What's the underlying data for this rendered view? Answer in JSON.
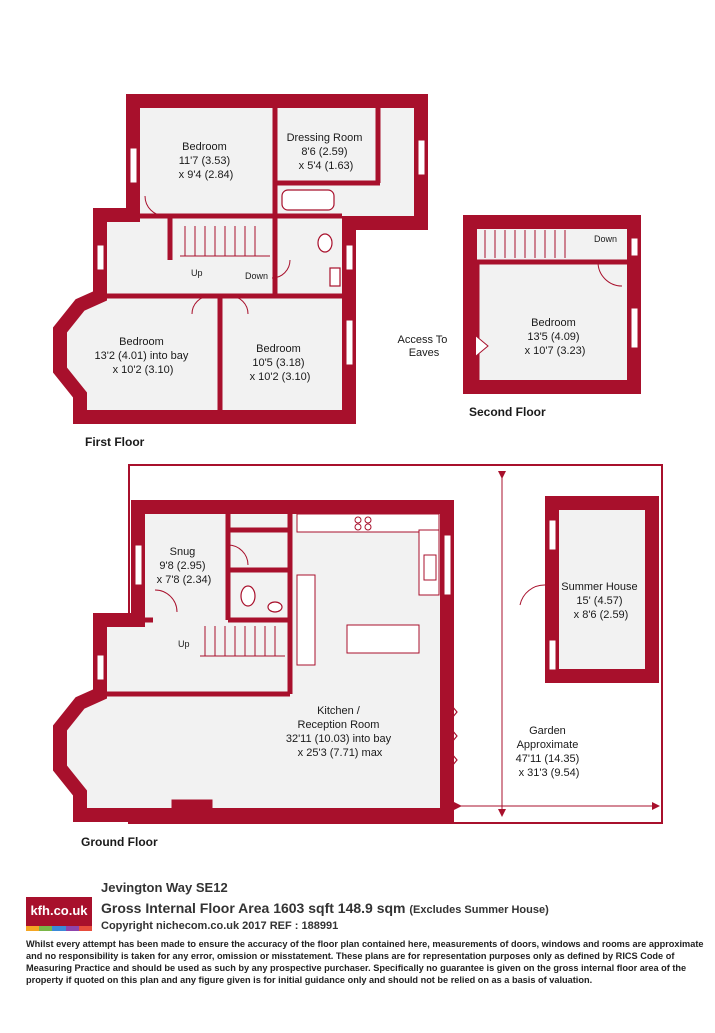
{
  "colors": {
    "wall": "#a8102c",
    "floor": "#f2f2f2",
    "line": "#a8102c"
  },
  "floors": {
    "first": "First Floor",
    "second": "Second Floor",
    "ground": "Ground Floor"
  },
  "rooms": {
    "ff_bedroom_a": [
      "Bedroom",
      "11'7 (3.53)",
      "x 9'4 (2.84)"
    ],
    "ff_dressing": [
      "Dressing Room",
      "8'6 (2.59)",
      "x 5'4 (1.63)"
    ],
    "ff_bedroom_b": [
      "Bedroom",
      "13'2 (4.01) into bay",
      "x 10'2 (3.10)"
    ],
    "ff_bedroom_c": [
      "Bedroom",
      "10'5 (3.18)",
      "x 10'2 (3.10)"
    ],
    "sf_bedroom": [
      "Bedroom",
      "13'5 (4.09)",
      "x 10'7 (3.23)"
    ],
    "gf_snug": [
      "Snug",
      "9'8 (2.95)",
      "x 7'8 (2.34)"
    ],
    "gf_kitchen": [
      "Kitchen /",
      "Reception Room",
      "32'11 (10.03) into bay",
      "x 25'3 (7.71) max"
    ],
    "gf_summer": [
      "Summer House",
      "15' (4.57)",
      "x 8'6 (2.59)"
    ],
    "gf_garden": [
      "Garden",
      "Approximate",
      "47'11 (14.35)",
      "x 31'3 (9.54)"
    ]
  },
  "annotations": {
    "up_first": "Up",
    "down_first": "Down",
    "down_second": "Down",
    "up_ground": "Up",
    "eaves_line1": "Access To",
    "eaves_line2": "Eaves"
  },
  "footer": {
    "logo": "kfh.co.uk",
    "logo_stripes": [
      "#f5a623",
      "#7ab648",
      "#3b8ad9",
      "#8e44ad",
      "#e74c3c"
    ],
    "address": "Jevington Way  SE12",
    "area": "Gross Internal Floor Area 1603 sqft 148.9 sqm",
    "area_note": "(Excludes Summer House)",
    "copyright": "Copyright nichecom.co.uk 2017 REF : 188991",
    "disclaimer": "Whilst every attempt has been made to ensure the accuracy of the floor plan contained here, measurements of doors, windows and rooms are approximate and no responsibility is taken for any error, omission or misstatement.  These plans are for representation purposes only as defined by RICS Code of Measuring Practice and should be used as such by any prospective purchaser.  Specifically no guarantee is given on the gross internal floor area of the property if quoted on this plan and any figure given is for initial guidance only and should not be relied on as a basis of valuation."
  }
}
